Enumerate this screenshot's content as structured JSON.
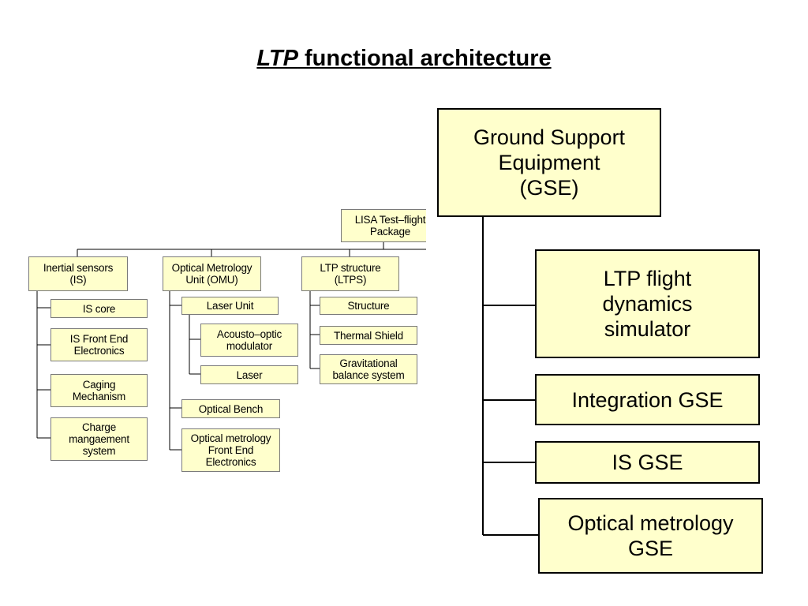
{
  "title": {
    "prefix": "LTP",
    "rest": " functional architecture"
  },
  "colors": {
    "box_fill": "#ffffcc",
    "line": "#000000"
  },
  "left_tree": {
    "root": "LISA Test–flight\nPackage",
    "branches": [
      {
        "label": "Inertial sensors\n(IS)",
        "children": [
          {
            "label": "IS core"
          },
          {
            "label": "IS Front End\nElectronics"
          },
          {
            "label": "Caging\nMechanism"
          },
          {
            "label": "Charge\nmangaement\nsystem"
          }
        ]
      },
      {
        "label": "Optical Metrology\nUnit (OMU)",
        "children": [
          {
            "label": "Laser Unit",
            "children": [
              {
                "label": "Acousto–optic\nmodulator"
              },
              {
                "label": "Laser"
              }
            ]
          },
          {
            "label": "Optical Bench"
          },
          {
            "label": "Optical metrology\nFront End\nElectronics"
          }
        ]
      },
      {
        "label": "LTP structure\n(LTPS)",
        "children": [
          {
            "label": "Structure"
          },
          {
            "label": "Thermal Shield"
          },
          {
            "label": "Gravitational\nbalance system"
          }
        ]
      }
    ]
  },
  "gse_tree": {
    "root": "Ground Support\nEquipment\n(GSE)",
    "children": [
      "LTP flight\ndynamics\nsimulator",
      "Integration GSE",
      "IS GSE",
      "Optical metrology\nGSE"
    ]
  }
}
